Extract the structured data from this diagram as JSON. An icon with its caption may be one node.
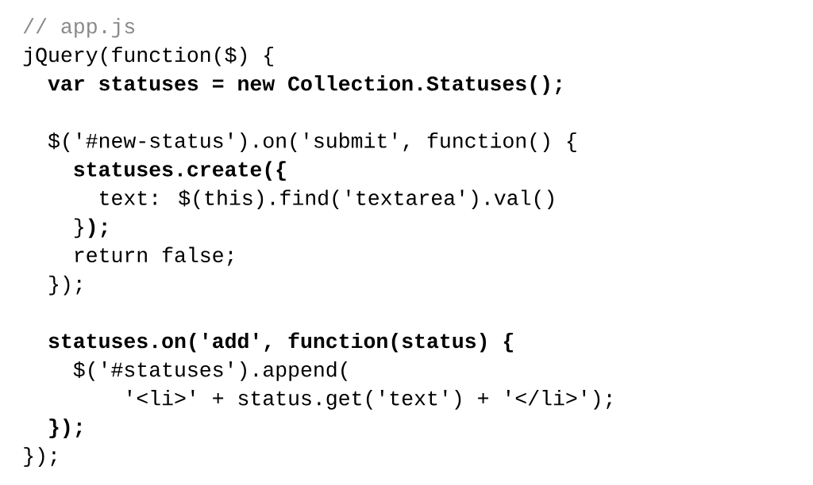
{
  "diagram": {
    "labels": [
      "// app.js",
      "jQuery(function($) {",
      "var statuses = new Collection.Statuses();",
      "$('#new-status').on('submit', function() {",
      "statuses.create({",
      "text: $(this).find('textarea').val()",
      "}**);**",
      "return false;",
      "});",
      "statuses.on('add', function(status) {",
      "$('#statuses').append(",
      "'<li>' + status.get('text') + '</li>');",
      "});",
      "});"
    ]
  }
}
